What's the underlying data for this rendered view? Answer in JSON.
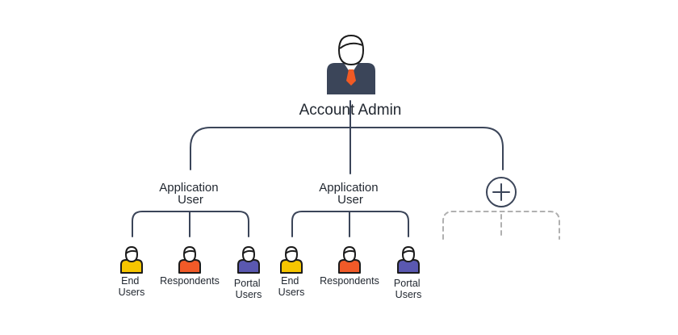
{
  "root": {
    "label": "Account Admin",
    "icon": "admin-person-icon",
    "colors": {
      "suit": "#3b4559",
      "tie": "#f15a24",
      "skin": "#ffffff"
    }
  },
  "groups": [
    {
      "title_line1": "Application",
      "title_line2": "User",
      "members": [
        {
          "line1": "End",
          "line2": "Users",
          "color": "#f7c600",
          "icon": "end-users-person-icon"
        },
        {
          "line1": "Respondents",
          "line2": "",
          "color": "#f05a28",
          "icon": "respondents-person-icon"
        },
        {
          "line1": "Portal",
          "line2": "Users",
          "color": "#5a58b0",
          "icon": "portal-users-person-icon"
        }
      ]
    },
    {
      "title_line1": "Application",
      "title_line2": "User",
      "members": [
        {
          "line1": "End",
          "line2": "Users",
          "color": "#f7c600",
          "icon": "end-users-person-icon"
        },
        {
          "line1": "Respondents",
          "line2": "",
          "color": "#f05a28",
          "icon": "respondents-person-icon"
        },
        {
          "line1": "Portal",
          "line2": "Users",
          "color": "#5a58b0",
          "icon": "portal-users-person-icon"
        }
      ]
    }
  ],
  "add_node": {
    "icon": "add-circle-icon"
  },
  "colors": {
    "connector": "#3b4559",
    "placeholder": "#b0b0b0"
  }
}
